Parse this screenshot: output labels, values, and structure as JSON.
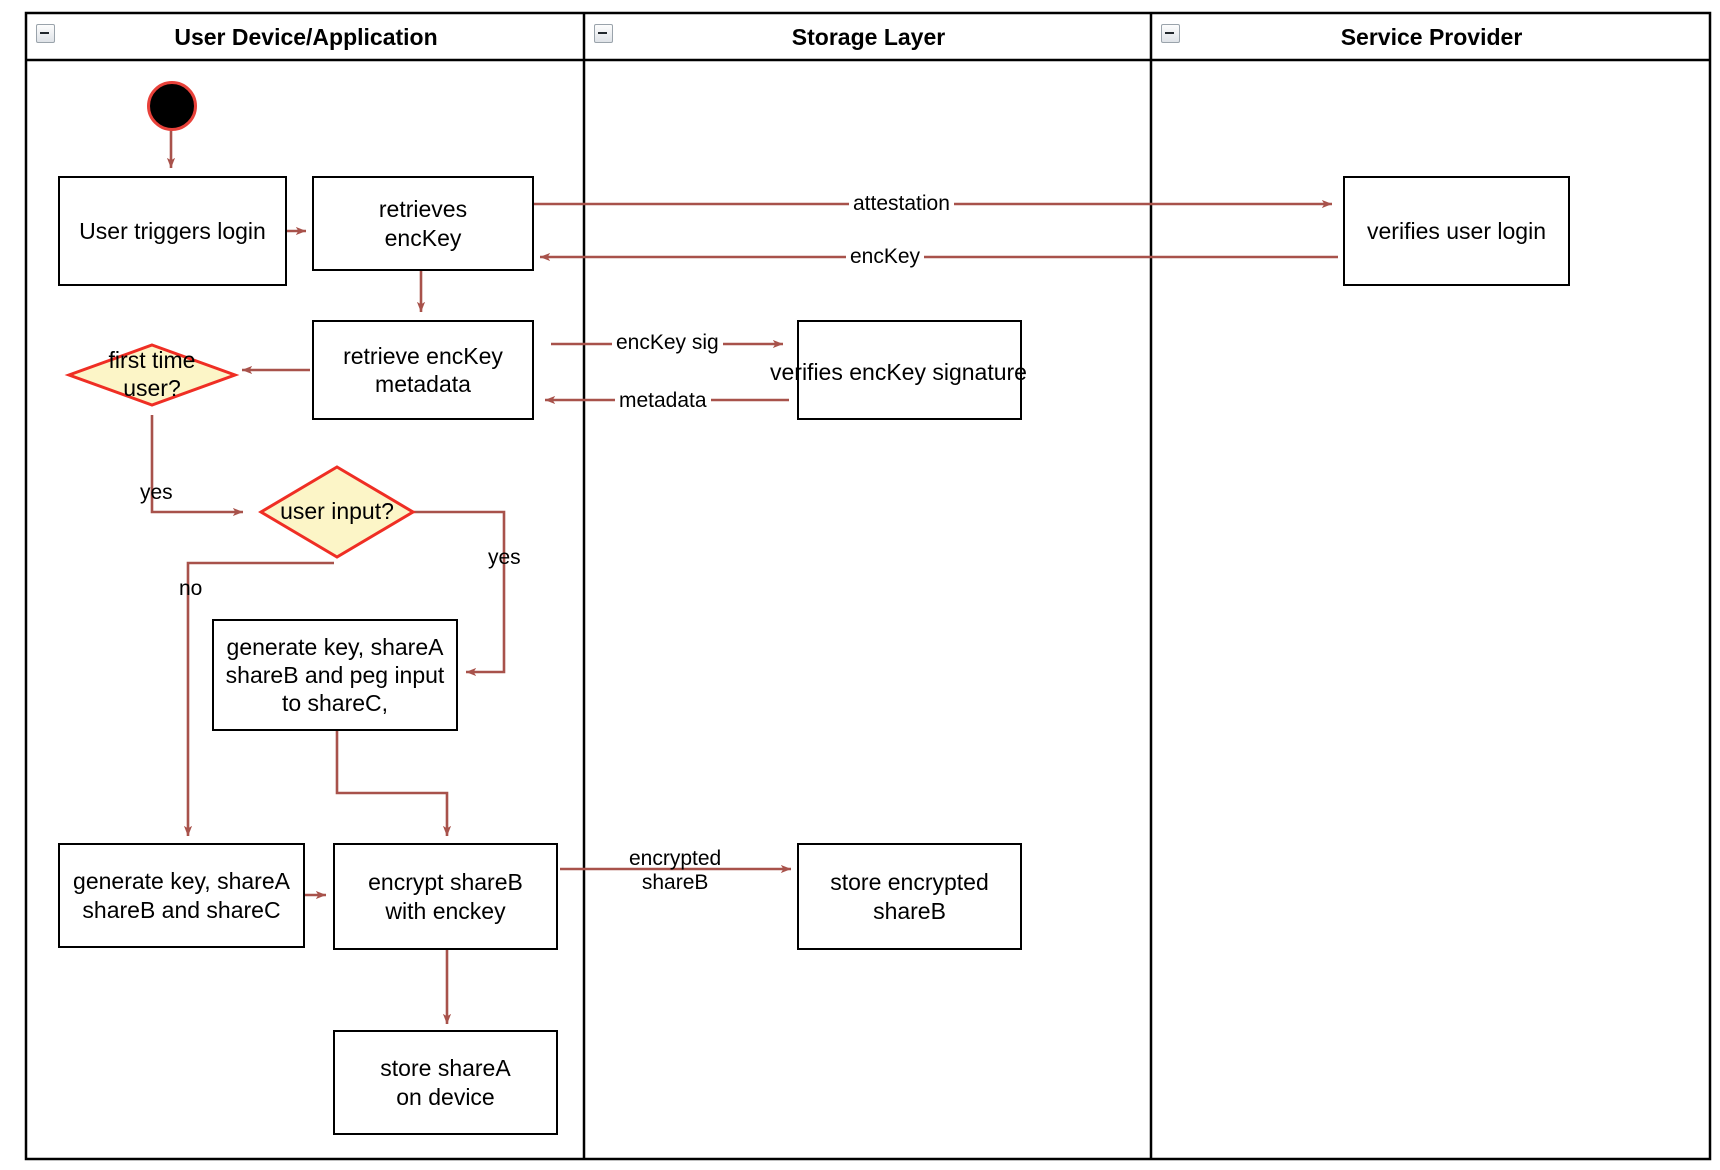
{
  "diagram": {
    "type": "uml-activity-swimlane",
    "title_present": false
  },
  "colors": {
    "edge": "#a8524b",
    "decision_fill": "#fcf5c7",
    "decision_stroke": "#ef2e24",
    "node_stroke": "#000000",
    "node_fill": "#ffffff",
    "start_fill": "#000000",
    "start_stroke": "#e8413a",
    "lane_border": "#000000",
    "text": "#000000"
  },
  "lanes": [
    {
      "id": "user-device",
      "title": "User Device/Application"
    },
    {
      "id": "storage-layer",
      "title": "Storage Layer"
    },
    {
      "id": "service-provider",
      "title": "Service Provider"
    }
  ],
  "nodes": {
    "start": {
      "label": ""
    },
    "user_triggers_login": {
      "label": "User triggers login"
    },
    "retrieves_enckey": {
      "line1": "retrieves",
      "line2": "encKey"
    },
    "verifies_user_login": {
      "label": "verifies user login"
    },
    "retrieve_enckey_metadata": {
      "line1": "retrieve encKey",
      "line2": "metadata"
    },
    "verifies_enckey_signature": {
      "label": "verifies encKey signature"
    },
    "first_time_user": {
      "line1": "first time",
      "line2": "user?"
    },
    "user_input": {
      "label": "user input?"
    },
    "generate_peg": {
      "line1": "generate key, shareA",
      "line2": "shareB and peg input",
      "line3": "to shareC,"
    },
    "generate_shares": {
      "line1": "generate key, shareA",
      "line2": "shareB and shareC"
    },
    "encrypt_shareb": {
      "line1": "encrypt shareB",
      "line2": "with enckey"
    },
    "store_encrypted_shareb": {
      "line1": "store encrypted",
      "line2": "shareB"
    },
    "store_sharea": {
      "line1": "store shareA",
      "line2": "on device"
    }
  },
  "edge_labels": {
    "attestation": "attestation",
    "enckey": "encKey",
    "enckey_sig": "encKey sig",
    "metadata": "metadata",
    "yes_first_time": "yes",
    "yes_user_input": "yes",
    "no_user_input": "no",
    "encrypted_shareb_line1": "encrypted",
    "encrypted_shareb_line2": "shareB"
  }
}
